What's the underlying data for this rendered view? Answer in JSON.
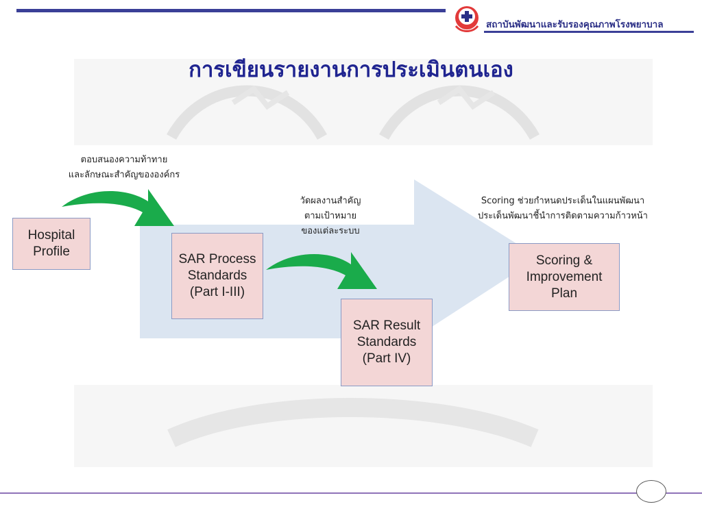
{
  "header": {
    "organization": "สถาบันพัฒนาและรับรองคุณภาพโรงพยาบาล",
    "logo_icon": "hospital-cross-logo",
    "accent_color": "#3a3f97"
  },
  "title": "การเขียนรายงานการประเมินตนเอง",
  "boxes": {
    "hospital_profile": "Hospital Profile",
    "sar_process": "SAR Process Standards (Part I-III)",
    "sar_result": "SAR Result Standards (Part IV)",
    "scoring": "Scoring & Improvement Plan"
  },
  "notes": {
    "challenge_line1": "ตอบสนองความท้าทาย",
    "challenge_line2": "และลักษณะสำคัญขององค์กร",
    "measure_line1": "วัดผลงานสำคัญ",
    "measure_line2": "ตามเป้าหมาย",
    "measure_line3": "ของแต่ละระบบ",
    "scoring_line1": "Scoring ช่วยกำหนดประเด็นในแผนพัฒนา",
    "scoring_line2": "ประเด็นพัฒนาชี้นำการติดตามความก้าวหน้า"
  },
  "colors": {
    "title": "#1f2490",
    "box_fill": "#f3d6d6",
    "box_border": "#8a99c4",
    "arrow_green": "#1aab4b",
    "big_arrow": "#dbe5f1"
  }
}
